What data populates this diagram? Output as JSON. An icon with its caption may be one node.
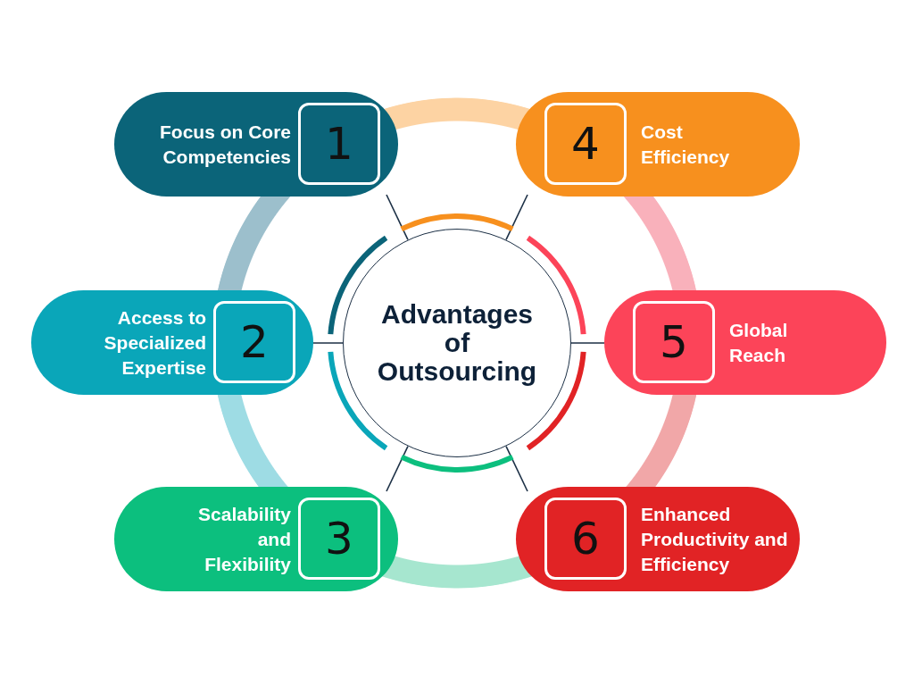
{
  "diagram": {
    "nodes": [
      {
        "text": [
          "Advantages of Outsourcing"
        ]
      },
      {
        "text": [
          "Focus on Core Competencies"
        ]
      },
      {
        "text": [
          "1"
        ],
        "in": 1
      },
      {
        "text": [
          "Cost Efficiency"
        ]
      },
      {
        "text": [
          "4"
        ],
        "in": 3
      },
      {
        "text": [
          "Access to Specialized Expertise"
        ]
      },
      {
        "text": [
          "2"
        ],
        "in": 5
      },
      {
        "text": [
          "Global Reach"
        ]
      },
      {
        "text": [
          "5"
        ],
        "in": 7
      },
      {
        "text": [
          "Scalability and Flexibility"
        ]
      },
      {
        "text": [
          "3"
        ],
        "in": 9
      },
      {
        "text": [
          "Enhanced Productivity and Efficiency"
        ]
      },
      {
        "text": [
          "6"
        ],
        "in": 11
      }
    ],
    "edges": [
      {
        "from": 0,
        "to": 1,
        "arrow": "none"
      },
      {
        "from": 0,
        "to": 3,
        "arrow": "none"
      },
      {
        "from": 0,
        "to": 5,
        "arrow": "none"
      },
      {
        "from": 0,
        "to": 7,
        "arrow": "none"
      },
      {
        "from": 0,
        "to": 9,
        "arrow": "none"
      },
      {
        "from": 0,
        "to": 11,
        "arrow": "none"
      }
    ]
  }
}
